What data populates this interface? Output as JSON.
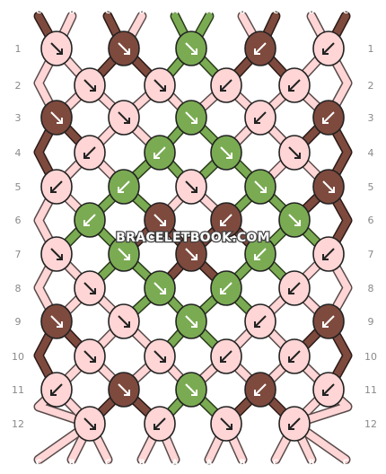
{
  "rows": [
    "1",
    "2",
    "3",
    "4",
    "5",
    "6",
    "7",
    "8",
    "9",
    "10",
    "11",
    "12"
  ],
  "thread_labels": [
    "C",
    "B",
    "C",
    "B",
    "A",
    "A",
    "B",
    "C",
    "B",
    "C"
  ],
  "watermark": "BRACELETBOOK.COM",
  "colors": {
    "A": "#7aab52",
    "B": "#ffd5d5",
    "C": "#7e4a3e"
  },
  "knot_rows": [
    [
      {
        "c": "B",
        "d": "se"
      },
      {
        "c": "C",
        "d": "se"
      },
      {
        "c": "A",
        "d": "se"
      },
      {
        "c": "C",
        "d": "sw"
      },
      {
        "c": "B",
        "d": "sw"
      }
    ],
    [
      {
        "c": "B",
        "d": "se"
      },
      {
        "c": "B",
        "d": "se"
      },
      {
        "c": "B",
        "d": "sw"
      },
      {
        "c": "B",
        "d": "sw"
      }
    ],
    [
      {
        "c": "C",
        "d": "se"
      },
      {
        "c": "B",
        "d": "se"
      },
      {
        "c": "A",
        "d": "se"
      },
      {
        "c": "B",
        "d": "sw"
      },
      {
        "c": "C",
        "d": "sw"
      }
    ],
    [
      {
        "c": "B",
        "d": "sw"
      },
      {
        "c": "A",
        "d": "sw"
      },
      {
        "c": "A",
        "d": "se"
      },
      {
        "c": "B",
        "d": "se"
      }
    ],
    [
      {
        "c": "B",
        "d": "sw"
      },
      {
        "c": "A",
        "d": "sw"
      },
      {
        "c": "B",
        "d": "se"
      },
      {
        "c": "A",
        "d": "se"
      },
      {
        "c": "C",
        "d": "se"
      }
    ],
    [
      {
        "c": "A",
        "d": "sw"
      },
      {
        "c": "C",
        "d": "se"
      },
      {
        "c": "C",
        "d": "sw"
      },
      {
        "c": "A",
        "d": "se"
      }
    ],
    [
      {
        "c": "B",
        "d": "se"
      },
      {
        "c": "A",
        "d": "se"
      },
      {
        "c": "C",
        "d": "se"
      },
      {
        "c": "A",
        "d": "sw"
      },
      {
        "c": "B",
        "d": "sw"
      }
    ],
    [
      {
        "c": "B",
        "d": "se"
      },
      {
        "c": "A",
        "d": "se"
      },
      {
        "c": "A",
        "d": "sw"
      },
      {
        "c": "B",
        "d": "sw"
      }
    ],
    [
      {
        "c": "C",
        "d": "se"
      },
      {
        "c": "B",
        "d": "se"
      },
      {
        "c": "A",
        "d": "se"
      },
      {
        "c": "B",
        "d": "sw"
      },
      {
        "c": "C",
        "d": "sw"
      }
    ],
    [
      {
        "c": "B",
        "d": "se"
      },
      {
        "c": "B",
        "d": "se"
      },
      {
        "c": "B",
        "d": "sw"
      },
      {
        "c": "B",
        "d": "sw"
      }
    ],
    [
      {
        "c": "B",
        "d": "sw"
      },
      {
        "c": "C",
        "d": "se"
      },
      {
        "c": "A",
        "d": "se"
      },
      {
        "c": "C",
        "d": "sw"
      },
      {
        "c": "B",
        "d": "sw"
      }
    ],
    [
      {
        "c": "B",
        "d": "se"
      },
      {
        "c": "B",
        "d": "sw"
      },
      {
        "c": "B",
        "d": "se"
      },
      {
        "c": "B",
        "d": "sw"
      }
    ]
  ]
}
